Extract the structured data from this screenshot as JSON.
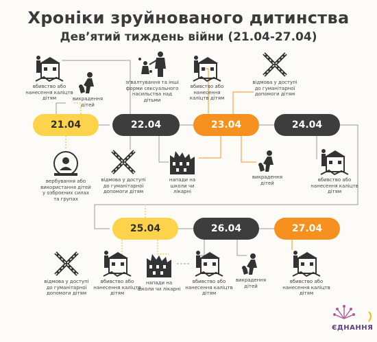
{
  "header": {
    "title": "Хроніки зруйнованого дитинства",
    "subtitle": "Дев’ятий тиждень війни (21.04-27.04)"
  },
  "colors": {
    "yellow": "#fdd34c",
    "dark": "#3d3d3d",
    "orange": "#f6901e",
    "line": "#9a9a9a"
  },
  "dates": [
    "21.04",
    "22.04",
    "23.04",
    "24.04",
    "25.04",
    "26.04",
    "27.04"
  ],
  "items": {
    "i1": "вбивство або нанесення каліцтв дітям",
    "i2": "викрадення дітей",
    "i3": "зґвалтування та інші форми сексуального насильства над дітьми",
    "i4": "вбивство або нанесення каліцтв дітям",
    "i5": "відмова у доступі до гуманітарної допомоги дітям",
    "i6": "вербування або використання дітей у озброєних силах та групах",
    "i7": "відмова у доступі до гуманітарної допомоги дітям",
    "i8": "напади на школи чи лікарні",
    "i9": "викрадення дітей",
    "i10": "вбивство або нанесення каліцтв дітям",
    "i11": "відмова у доступі до гуманітарної допомоги дітям",
    "i12": "вбивство або нанесення каліцтв дітям",
    "i13": "напади на школи чи лікарні",
    "i14": "вбивство або нанесення каліцтв дітям",
    "i15": "викрадення дітей",
    "i16": "вбивство або нанесення каліцтв дітям"
  },
  "logo": {
    "text": "ЄДНАННЯ"
  }
}
